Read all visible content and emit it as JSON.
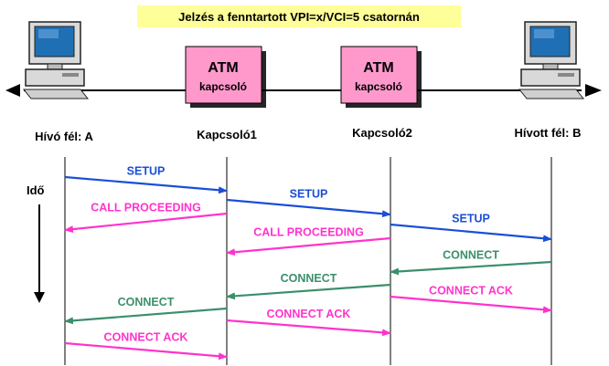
{
  "banner": {
    "text": "Jelzés a fenntartott VPI=x/VCI=5 csatornán"
  },
  "nodes": [
    {
      "id": "A",
      "label": "Hívó fél: A"
    },
    {
      "id": "S1",
      "label": "Kapcsoló1"
    },
    {
      "id": "S2",
      "label": "Kapcsoló2"
    },
    {
      "id": "B",
      "label": "Hívott fél: B"
    }
  ],
  "switches": [
    {
      "title": "ATM",
      "subtitle": "kapcsoló"
    },
    {
      "title": "ATM",
      "subtitle": "kapcsoló"
    }
  ],
  "time_label": "Idő",
  "colors": {
    "setup": "#1a4fd6",
    "proceeding": "#ff33cc",
    "connect": "#3b8f6b",
    "ack": "#ff33cc",
    "banner_bg": "#ffff99",
    "switch_fill": "#ff99cc",
    "line": "#000000"
  },
  "messages": [
    {
      "label": "SETUP",
      "kind": "setup"
    },
    {
      "label": "SETUP",
      "kind": "setup"
    },
    {
      "label": "SETUP",
      "kind": "setup"
    },
    {
      "label": "CALL PROCEEDING",
      "kind": "proceeding"
    },
    {
      "label": "CALL PROCEEDING",
      "kind": "proceeding"
    },
    {
      "label": "CONNECT",
      "kind": "connect"
    },
    {
      "label": "CONNECT",
      "kind": "connect"
    },
    {
      "label": "CONNECT",
      "kind": "connect"
    },
    {
      "label": "CONNECT ACK",
      "kind": "ack"
    },
    {
      "label": "CONNECT ACK",
      "kind": "ack"
    },
    {
      "label": "CONNECT ACK",
      "kind": "ack"
    }
  ]
}
